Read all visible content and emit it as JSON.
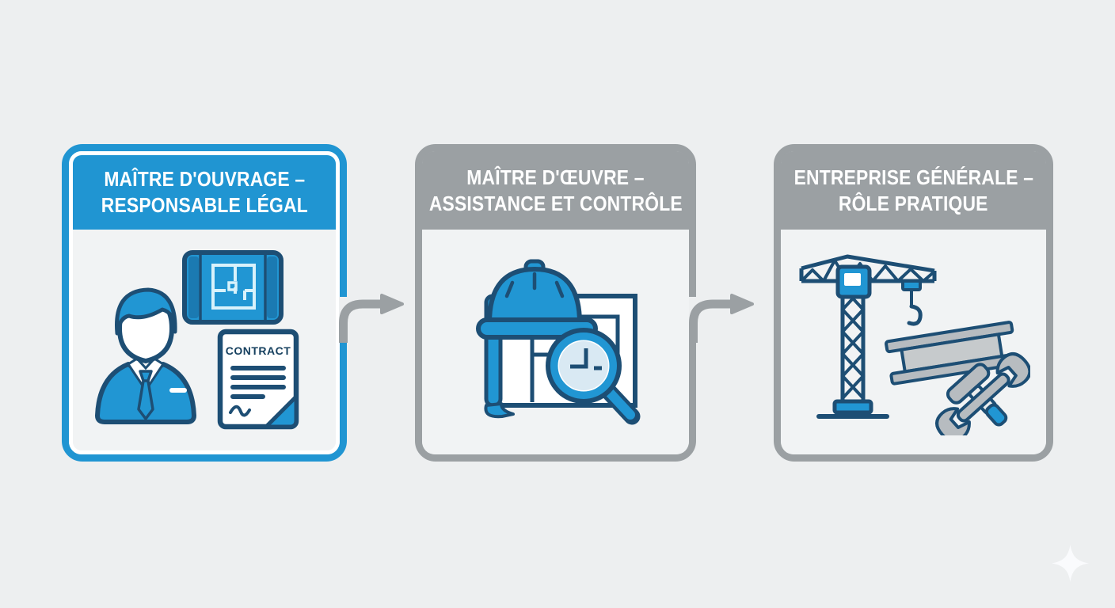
{
  "page": {
    "background": "#edeff0",
    "card_body_background": "#f1f3f4"
  },
  "colors": {
    "blue": "#2095d2",
    "blue_dark_outline": "#1d4e74",
    "gray": "#9ba0a3",
    "header_text": "#ffffff",
    "plan_line_light": "#d8f2fb",
    "steel_gray": "#b7bcc0",
    "glass_blue": "#d9e9f3"
  },
  "cards": [
    {
      "id": "maitre-douvrage",
      "accent": "blue",
      "title_line1": "MAÎTRE D'OUVRAGE –",
      "title_line2": "RESPONSABLE LÉGAL",
      "icons": [
        "businessman-icon",
        "blueprint-icon",
        "contract-icon"
      ],
      "contract_label": "CONTRACT"
    },
    {
      "id": "maitre-doeuvre",
      "accent": "gray",
      "title_line1": "MAÎTRE D'ŒUVRE –",
      "title_line2": "ASSISTANCE ET CONTRÔLE",
      "icons": [
        "hardhat-icon",
        "blueprint-sheet-icon",
        "magnifier-icon"
      ]
    },
    {
      "id": "entreprise-generale",
      "accent": "gray",
      "title_line1": "ENTREPRISE GÉNÉRALE –",
      "title_line2": "RÔLE PRATIQUE",
      "icons": [
        "crane-icon",
        "steel-beam-icon",
        "hammer-icon",
        "wrench-icon"
      ]
    }
  ],
  "arrows": [
    {
      "from": "maitre-douvrage",
      "to": "maitre-doeuvre",
      "color": "#9ba0a3"
    },
    {
      "from": "maitre-doeuvre",
      "to": "entreprise-generale",
      "color": "#9ba0a3"
    }
  ],
  "watermark": {
    "icon": "sparkle-icon",
    "color": "#fafbfd"
  }
}
